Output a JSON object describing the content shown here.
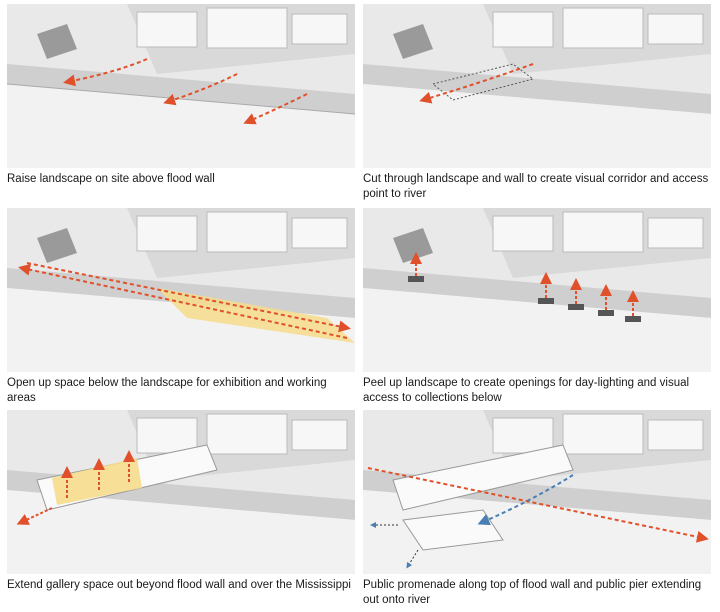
{
  "panels": [
    {
      "caption": "Raise landscape on site above flood wall"
    },
    {
      "caption": "Cut through landscape and wall to create visual corridor and access point to river"
    },
    {
      "caption": "Open up space below the landscape for exhibition and working areas"
    },
    {
      "caption": "Peel up landscape to create openings for day-lighting and visual access to collections below"
    },
    {
      "caption": "Extend gallery space out beyond flood wall and over the Mississippi"
    },
    {
      "caption": "Public promenade along top of flood wall and public pier extending out onto river"
    }
  ],
  "colors": {
    "arrow_red": "#e0502a",
    "arrow_blue": "#4a7fb5",
    "highlight_yellow": "#f6dc8c",
    "ground": "#ebebeb",
    "building": "#f7f7f7"
  }
}
